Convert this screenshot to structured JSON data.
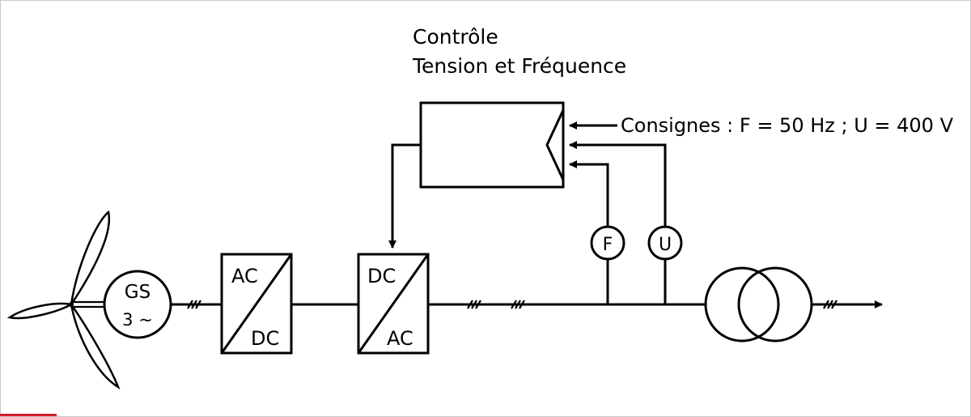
{
  "control": {
    "title_line1": "Contrôle",
    "title_line2": "Tension et Fréquence",
    "setpoints": "Consignes : F = 50 Hz ; U = 400 V"
  },
  "generator": {
    "line1": "GS",
    "line2": "3 ~"
  },
  "rectifier": {
    "top": "AC",
    "bottom": "DC"
  },
  "inverter": {
    "top": "DC",
    "bottom": "AC"
  },
  "meters": {
    "frequency": "F",
    "voltage": "U"
  },
  "colors": {
    "line": "#000000",
    "frame": "#c8c8c8",
    "accent_mark": "#d21e2a"
  }
}
